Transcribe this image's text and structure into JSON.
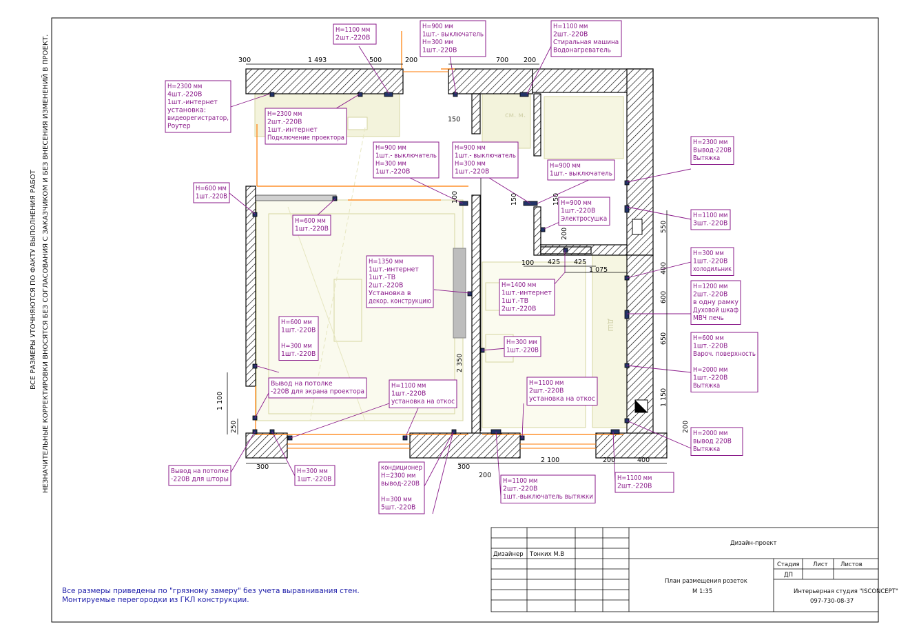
{
  "sheet": {
    "side_note_1": "ВСЕ РАЗМЕРЫ УТОЧНЯЮТСЯ ПО ФАКТУ ВЫПОЛНЕНИЯ РАБОТ",
    "side_note_2": "НЕЗНАЧИТЕЛЬНЫЕ КОРРЕКТИРОВКИ ВНОСЯТСЯ БЕЗ СОГЛАСОВАНИЯ С ЗАКАЗЧИКОМ И БЕЗ ВНЕСЕНИЯ ИЗМЕНЕНИЙ В ПРОЕКТ.",
    "bottom_note_1": "Все размеры приведены по \"грязному замеру\" без учета выравнивания стен.",
    "bottom_note_2": "Монтируемые перегородки из ГКЛ конструкции."
  },
  "title_block": {
    "project": "Дизайн-проект",
    "designer_label": "Дизайнер",
    "designer_name": "Тонких М.В",
    "drawing_title": "План размещения розеток",
    "scale": "М 1:35",
    "stage_label": "Стадия",
    "sheet_label": "Лист",
    "sheets_label": "Листов",
    "stage_value": "ДП",
    "studio": "Интерьерная студия \"ISCONCEPT\"",
    "phone": "097-730-08-37"
  },
  "notes": [
    {
      "lines": [
        "Н=1100 мм",
        "2шт.-220В"
      ]
    },
    {
      "lines": [
        "Н=900 мм",
        "1шт.- выключатель",
        "Н=300 мм",
        "1шт.-220В"
      ]
    },
    {
      "lines": [
        "Н=1100 мм",
        "2шт.-220В",
        "Стиральная машина",
        "Водонагреватель"
      ]
    },
    {
      "lines": [
        "Н=2300 мм",
        "4шт.-220В",
        "1шт.-интернет",
        "установка:",
        "видеорегистратор,",
        "Роутер"
      ]
    },
    {
      "lines": [
        "Н=2300 мм",
        "2шт.-220В",
        "1шт.-интернет",
        "Подключение проектора"
      ]
    },
    {
      "lines": [
        "Н=900 мм",
        "1шт.- выключатель",
        "Н=300 мм",
        "1шт.-220В"
      ]
    },
    {
      "lines": [
        "Н=900 мм",
        "1шт.- выключатель",
        "Н=300 мм",
        "1шт.-220В"
      ]
    },
    {
      "lines": [
        "Н=900 мм",
        "1шт.- выключатель"
      ]
    },
    {
      "lines": [
        "Н=2300 мм",
        "Вывод-220В",
        "Вытяжка"
      ]
    },
    {
      "lines": [
        "Н=600 мм",
        "1шт.-220В"
      ]
    },
    {
      "lines": [
        "Н=600 мм",
        "1шт.-220В"
      ]
    },
    {
      "lines": [
        "Н=900 мм",
        "1шт.-220В",
        "Электросушка"
      ]
    },
    {
      "lines": [
        "Н=1100 мм",
        "3шт.-220В"
      ]
    },
    {
      "lines": [
        "Н=300 мм",
        "1шт.-220В",
        "холодильник"
      ]
    },
    {
      "lines": [
        "Н=1350 мм",
        "1шт.-интернет",
        "1шт.-ТВ",
        "2шт.-220В",
        "Установка в",
        "декор. конструкцию"
      ]
    },
    {
      "lines": [
        "Н=1400 мм",
        "1шт.-интернет",
        "1шт.-ТВ",
        "2шт.-220В"
      ]
    },
    {
      "lines": [
        "Н=1200 мм",
        "2шт.-220В",
        "в одну рамку",
        "Духовой шкаф",
        "МВЧ печь"
      ]
    },
    {
      "lines": [
        "Н=600 мм",
        "1шт.-220В",
        "",
        "Н=300 мм",
        "1шт.-220В"
      ]
    },
    {
      "lines": [
        "Н=300 мм",
        "1шт.-220В"
      ]
    },
    {
      "lines": [
        "Н=600 мм",
        "1шт.-220В",
        "Вароч. поверхность",
        "",
        "Н=2000 мм",
        "1шт.-220В",
        "Вытяжка"
      ]
    },
    {
      "lines": [
        "Вывод на потолке",
        "-220В для экрана проектора"
      ]
    },
    {
      "lines": [
        "Н=1100 мм",
        "1шт.-220В",
        "установка на откос"
      ]
    },
    {
      "lines": [
        "Н=1100 мм",
        "2шт.-220В",
        "установка на откос"
      ]
    },
    {
      "lines": [
        "Н=2000 мм",
        "вывод 220В",
        "Вытяжка"
      ]
    },
    {
      "lines": [
        "Вывод на потолке",
        "-220В для шторы"
      ]
    },
    {
      "lines": [
        "Н=300 мм",
        "1шт.-220В"
      ]
    },
    {
      "lines": [
        "кондиционер",
        "Н=2300 мм",
        "вывод-220В",
        "",
        "Н=300 мм",
        "5шт.-220В"
      ]
    },
    {
      "lines": [
        "Н=1100 мм",
        "2шт.-220В",
        "1шт.-выключатель вытяжки"
      ]
    },
    {
      "lines": [
        "Н=1100 мм",
        "2шт.-220В"
      ]
    }
  ],
  "dimensions": [
    "300",
    "1 493",
    "500",
    "200",
    "700",
    "200",
    "150",
    "150",
    "150",
    "100",
    "200",
    "550",
    "100",
    "425",
    "425",
    "1 075",
    "400",
    "600",
    "650",
    "1 150",
    "200",
    "2 350",
    "1 100",
    "250",
    "300",
    "300",
    "2 100",
    "200",
    "400",
    "200",
    "см. м.",
    "ДШ"
  ],
  "colors": {
    "accent": "#8a1a8a",
    "wall_hatch": "#000000",
    "furniture": "#c8c870",
    "wiring": "#ff7a00",
    "note_blue": "#1a1aa8"
  }
}
